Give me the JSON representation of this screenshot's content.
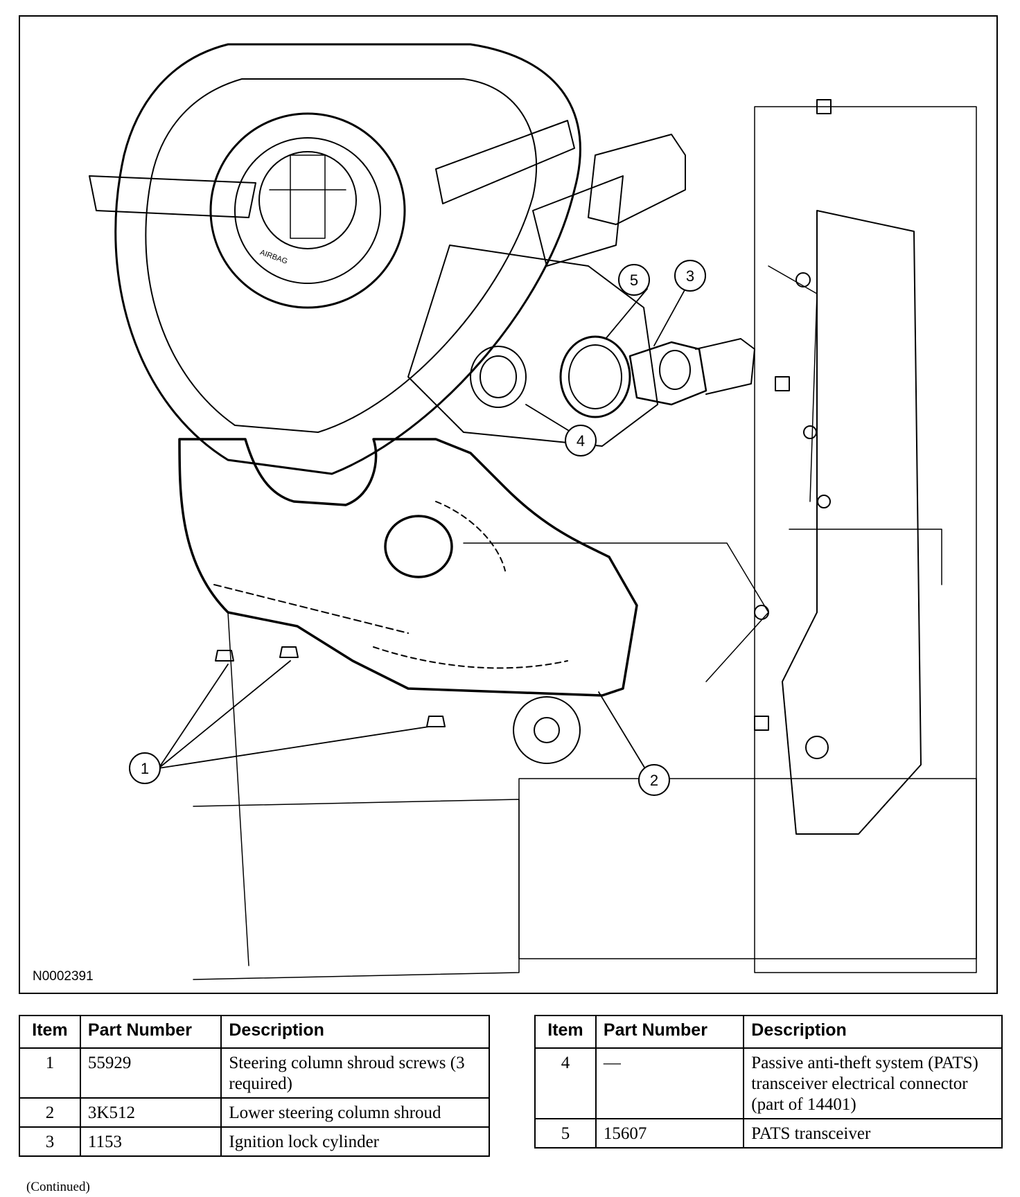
{
  "figure": {
    "id": "N0002391",
    "callouts": [
      "1",
      "2",
      "3",
      "4",
      "5"
    ],
    "badge_text": "AIRBAG"
  },
  "table_left": {
    "headers": [
      "Item",
      "Part Number",
      "Description"
    ],
    "rows": [
      {
        "item": "1",
        "part": "55929",
        "desc": "Steering column shroud screws (3 required)"
      },
      {
        "item": "2",
        "part": "3K512",
        "desc": "Lower steering column shroud"
      },
      {
        "item": "3",
        "part": "1153",
        "desc": "Ignition lock cylinder"
      }
    ]
  },
  "table_right": {
    "headers": [
      "Item",
      "Part Number",
      "Description"
    ],
    "rows": [
      {
        "item": "4",
        "part": "—",
        "desc": "Passive anti-theft system (PATS) transceiver electrical connector (part of 14401)"
      },
      {
        "item": "5",
        "part": "15607",
        "desc": "PATS transceiver"
      }
    ]
  },
  "footer": {
    "continued": "(Continued)"
  }
}
